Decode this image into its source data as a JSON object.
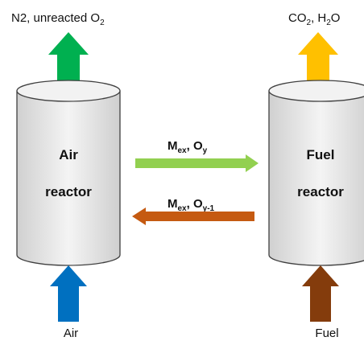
{
  "labels": {
    "left_top": "N2, unreacted O",
    "left_top_sub": "2",
    "right_top_a": "CO",
    "right_top_a_sub": "2",
    "right_top_b": ", H",
    "right_top_b_sub": "2",
    "right_top_c": "O",
    "air_reactor_line1": "Air",
    "air_reactor_line2": "reactor",
    "fuel_reactor_line1": "Fuel",
    "fuel_reactor_line2": "reactor",
    "top_flow_m": "M",
    "top_flow_m_sub": "ex",
    "top_flow_o": ", O",
    "top_flow_o_sub": "y",
    "bottom_flow_m": "M",
    "bottom_flow_m_sub": "ex",
    "bottom_flow_o": ", O",
    "bottom_flow_o_sub": "y-1",
    "air_input": "Air",
    "fuel_input": "Fuel"
  },
  "colors": {
    "green_arrow": "#00b050",
    "yellow_arrow": "#ffc000",
    "light_green_arrow": "#92d050",
    "orange_arrow": "#c55a11",
    "blue_arrow": "#0070c0",
    "brown_arrow": "#843c0c",
    "cylinder_fill": "#e6e6e6",
    "cylinder_stroke": "#404040"
  }
}
